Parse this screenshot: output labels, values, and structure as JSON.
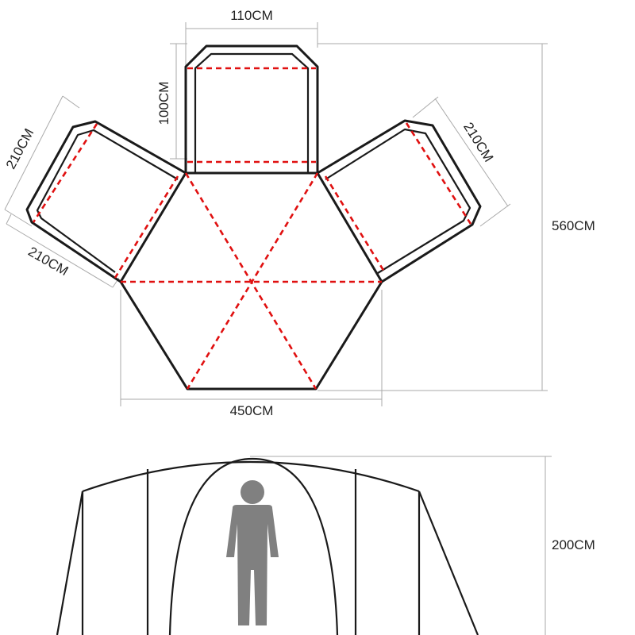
{
  "dimensions": {
    "top_room_width": "110CM",
    "top_room_depth": "100CM",
    "left_room_outer": "210CM",
    "left_room_lower": "210CM",
    "right_room": "210CM",
    "hub_width": "450CM",
    "total_depth": "560CM",
    "height": "200CM"
  },
  "colors": {
    "outline": "#1a1a1a",
    "dashed": "#e01010",
    "dimension_line": "#aaaaaa",
    "person": "#808080"
  },
  "icons": {
    "person": "person-silhouette-icon"
  }
}
